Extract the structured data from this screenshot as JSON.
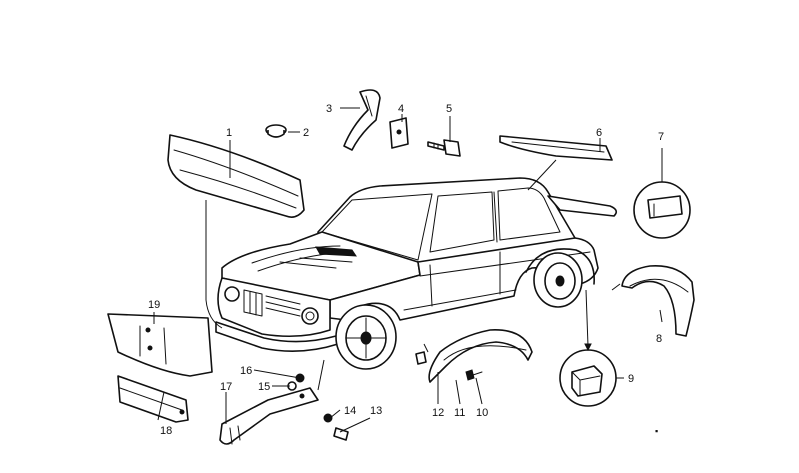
{
  "diagram": {
    "callouts": {
      "c1": "1",
      "c2": "2",
      "c3": "3",
      "c4": "4",
      "c5": "5",
      "c6": "6",
      "c7": "7",
      "c8": "8",
      "c9": "9",
      "c10": "10",
      "c11": "11",
      "c12": "12",
      "c13": "13",
      "c14": "14",
      "c15": "15",
      "c16": "16",
      "c17": "17",
      "c18": "18",
      "c19": "19"
    },
    "corner_mark": "▪"
  }
}
